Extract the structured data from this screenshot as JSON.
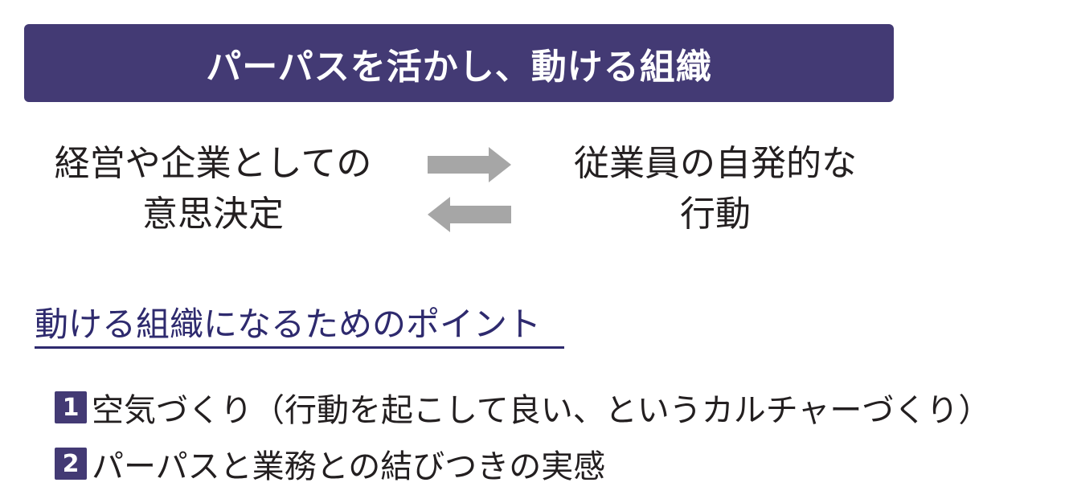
{
  "banner": {
    "title": "パーパスを活かし、動ける組織"
  },
  "flow": {
    "left": {
      "line1": "経営や企業としての",
      "line2": "意思決定"
    },
    "right": {
      "line1": "従業員の自発的な",
      "line2": "行動"
    },
    "arrow_color": "#a6a6a6"
  },
  "points": {
    "heading": "動ける組織になるためのポイント",
    "items": [
      {
        "number": "1",
        "text": "空気づくり（行動を起こして良い、というカルチャーづくり）"
      },
      {
        "number": "2",
        "text": "パーパスと業務との結びつきの実感"
      }
    ]
  },
  "colors": {
    "banner_bg": "#433a74",
    "heading": "#2e2a6e",
    "text": "#231f20"
  }
}
